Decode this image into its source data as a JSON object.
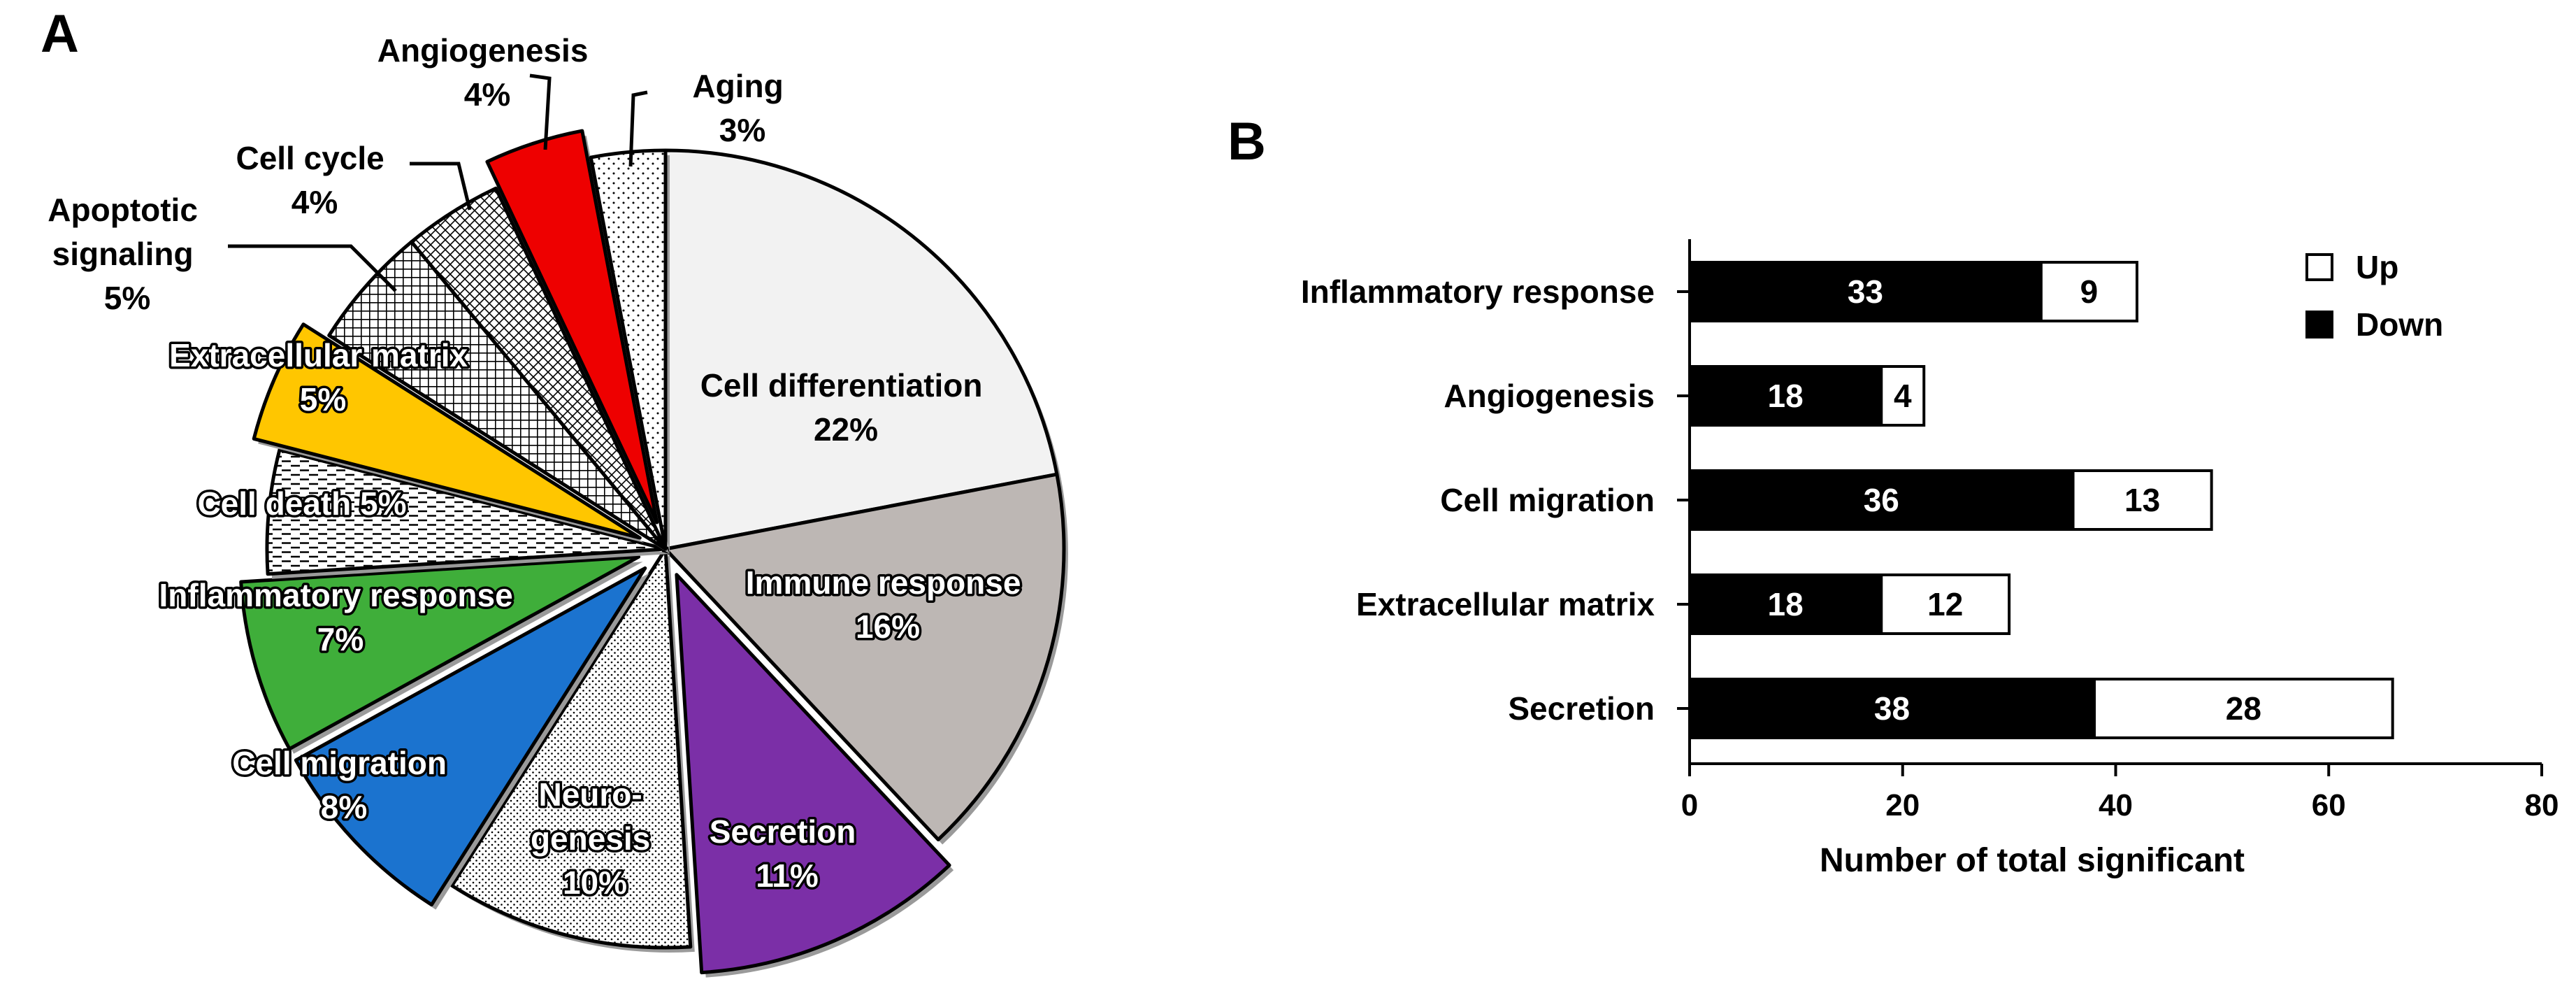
{
  "panels": {
    "a": "A",
    "b": "B"
  },
  "chart_data": [
    {
      "type": "pie",
      "slices": [
        {
          "name": "Cell differentiation",
          "value": 22,
          "label": "22%",
          "color": "#f2f2f2",
          "pattern": "none"
        },
        {
          "name": "Immune response",
          "value": 16,
          "label": "16%",
          "color": "#bdb7b4",
          "pattern": "none"
        },
        {
          "name": "Secretion",
          "value": 11,
          "label": "11%",
          "color": "#7b2fa7",
          "pattern": "none",
          "exploded": true
        },
        {
          "name": "Neuro-genesis",
          "value": 10,
          "label": "10%",
          "color": "#ffffff",
          "pattern": "dots"
        },
        {
          "name": "Cell migration",
          "value": 8,
          "label": "8%",
          "color": "#1b73cf",
          "pattern": "none",
          "exploded": true
        },
        {
          "name": "Inflammatory response",
          "value": 7,
          "label": "7%",
          "color": "#3fae3a",
          "pattern": "none",
          "exploded": true
        },
        {
          "name": "Cell death",
          "value": 5,
          "label": "5%",
          "color": "#ffffff",
          "pattern": "dashes"
        },
        {
          "name": "Extracellular matrix",
          "value": 5,
          "label": "5%",
          "color": "#ffc600",
          "pattern": "none",
          "exploded": true
        },
        {
          "name": "Apoptotic signaling",
          "value": 5,
          "label": "5%",
          "color": "#ffffff",
          "pattern": "grid"
        },
        {
          "name": "Cell cycle",
          "value": 4,
          "label": "4%",
          "color": "#ffffff",
          "pattern": "crosshatch"
        },
        {
          "name": "Angiogenesis",
          "value": 4,
          "label": "4%",
          "color": "#ee0000",
          "pattern": "none",
          "exploded": true
        },
        {
          "name": "Aging",
          "value": 3,
          "label": "3%",
          "color": "#ffffff",
          "pattern": "sparse-dots"
        }
      ],
      "label_texts": {
        "cell_differentiation": [
          "Cell differentiation",
          "22%"
        ],
        "immune_response": [
          "Immune response",
          "16%"
        ],
        "secretion": [
          "Secretion",
          "11%"
        ],
        "neurogenesis": [
          "Neuro-",
          "genesis",
          "10%"
        ],
        "cell_migration": [
          "Cell migration",
          "8%"
        ],
        "inflammatory_response": [
          "Inflammatory response",
          "7%"
        ],
        "cell_death": [
          "Cell death 5%"
        ],
        "extracellular_matrix": [
          "Extracellular matrix",
          "5%"
        ],
        "apoptotic_signaling": [
          "Apoptotic",
          "signaling",
          "5%"
        ],
        "cell_cycle": [
          "Cell cycle",
          "4%"
        ],
        "angiogenesis": [
          "Angiogenesis",
          "4%"
        ],
        "aging": [
          "Aging",
          "3%"
        ]
      }
    },
    {
      "type": "bar",
      "orientation": "horizontal",
      "stacked": true,
      "categories": [
        "Inflammatory response",
        "Angiogenesis",
        "Cell migration",
        "Extracellular matrix",
        "Secretion"
      ],
      "series": [
        {
          "name": "Down",
          "color": "#000000",
          "values": [
            33,
            18,
            36,
            18,
            38
          ]
        },
        {
          "name": "Up",
          "color": "#ffffff",
          "values": [
            9,
            4,
            13,
            12,
            28
          ]
        }
      ],
      "xlabel": "Number of total significant",
      "xlim": [
        0,
        80
      ],
      "xticks": [
        "0",
        "20",
        "40",
        "60",
        "80"
      ],
      "legend_position": "top-right",
      "legend": [
        "Up",
        "Down"
      ]
    }
  ]
}
